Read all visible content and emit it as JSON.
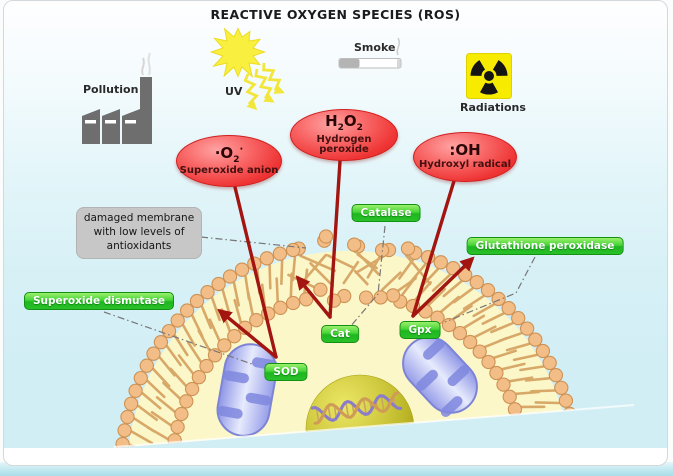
{
  "title": "REACTIVE OXYGEN SPECIES (ROS)",
  "sources": {
    "pollution_label": "Pollution",
    "uv_label": "UV",
    "smoke_label": "Smoke",
    "radiations_label": "Radiations"
  },
  "ros_species": [
    {
      "formula_main": "·O",
      "formula_sub": "2",
      "formula_sup": "·",
      "name": "Superoxide anion"
    },
    {
      "formula_p1": "H",
      "formula_s1": "2",
      "formula_p2": "O",
      "formula_s2": "2",
      "name": "Hydrogen peroxide"
    },
    {
      "formula_main": ":OH",
      "name": "Hydroxyl radical"
    }
  ],
  "membrane_note": {
    "line1": "damaged membrane",
    "line2": "with low levels of",
    "line3": "antioxidants"
  },
  "enzymes": {
    "catalase": "Catalase",
    "glutathione_peroxidase": "Glutathione peroxidase",
    "superoxide_dismutase": "Superoxide dismutase",
    "cat_abbr": "Cat",
    "gpx_abbr": "Gpx",
    "sod_abbr": "SOD"
  },
  "colors": {
    "ros_red": "#ee3b3b",
    "enzyme_green": "#2ac02a",
    "arrow_red": "#a21511",
    "membrane_tan": "#f3bd87",
    "membrane_tail": "#d8a869",
    "membrane_bead_edge": "#cd9254",
    "cytoplasm": "#fbf7c8",
    "mitochondrion_blue": "#aab2ee",
    "nucleus_olive": "#b8b21e",
    "radiation_yellow": "#f7ec00",
    "sun_yellow": "#f8ef3e",
    "note_gray": "#c7c7c7",
    "background_cyan": "#d2eef5"
  }
}
